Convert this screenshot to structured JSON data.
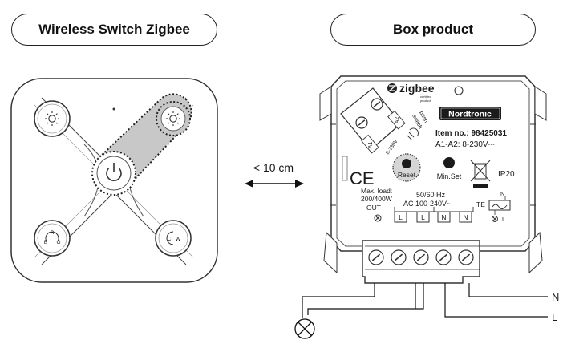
{
  "titles": {
    "left": "Wireless Switch Zigbee",
    "right": "Box product"
  },
  "distance_label": "< 10 cm",
  "remote": {
    "buttons": [
      {
        "id": "top-left",
        "icon": "brightness-low-icon"
      },
      {
        "id": "top-right",
        "icon": "brightness-high-icon"
      },
      {
        "id": "center",
        "icon": "power-icon"
      },
      {
        "id": "bottom-left",
        "icon": "rgb-cycle-icon",
        "letters": [
          "R",
          "B",
          "G"
        ]
      },
      {
        "id": "bottom-right",
        "icon": "color-temperature-icon",
        "letters": [
          "C",
          "W"
        ]
      }
    ]
  },
  "device": {
    "zigbee_logo": "zigbee",
    "zigbee_tagline_1": "certified",
    "zigbee_tagline_2": "product",
    "brand_badge": "Nordtronic",
    "item_no": "Item no.: 98425031",
    "a1_a2": "A1-A2: 8-230V⎓",
    "push_label": "push",
    "switch_label": "switch",
    "a1_label": "A1",
    "a2_label": "A2",
    "voltage_side": "8-230V",
    "ce_mark": "CE",
    "reset_label": "Reset",
    "minset_label": "Min.Set",
    "ip_rating": "IP20",
    "max_load_1": "Max. load:",
    "max_load_2": "200/400W",
    "frequency": "50/60 Hz",
    "ac_range": "AC 100-240V~",
    "out_label": "OUT",
    "te_label": "TE",
    "terminal_letters": [
      "L",
      "L",
      "N",
      "N"
    ],
    "n_small": "N",
    "l_small": "L"
  },
  "wires": {
    "n_label": "N",
    "l_label": "L"
  },
  "colors": {
    "outline": "#222222",
    "highlight": "#c8c8c8",
    "badge_bg": "#1a1a1a",
    "background": "#ffffff"
  }
}
